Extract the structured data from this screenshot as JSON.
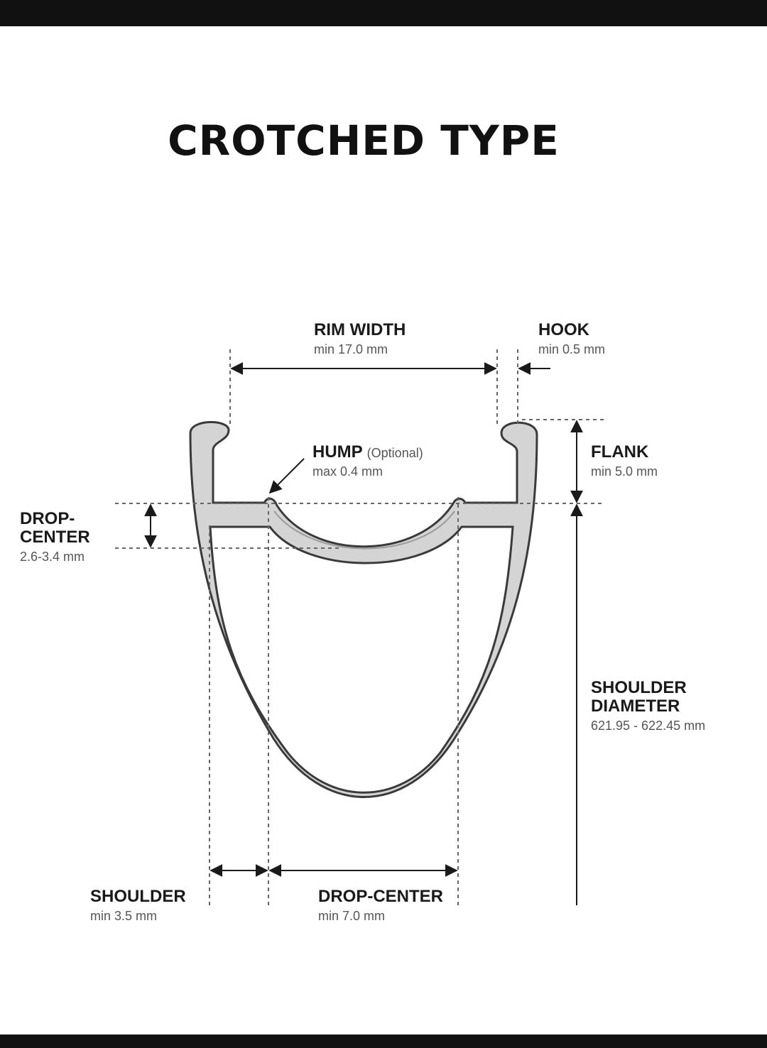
{
  "title": "CROTCHED TYPE",
  "labels": {
    "rim_width": {
      "name": "RIM WIDTH",
      "value": "min 17.0 mm"
    },
    "hook": {
      "name": "HOOK",
      "value": "min 0.5 mm"
    },
    "hump": {
      "name": "HUMP",
      "note": "(Optional)",
      "value": "max 0.4 mm"
    },
    "flank": {
      "name": "FLANK",
      "value": "min 5.0 mm"
    },
    "drop_center_depth": {
      "name_line1": "DROP-",
      "name_line2": "CENTER",
      "value": "2.6-3.4 mm"
    },
    "shoulder_diameter": {
      "name_line1": "SHOULDER",
      "name_line2": "DIAMETER",
      "value": "621.95 - 622.45 mm"
    },
    "shoulder": {
      "name": "SHOULDER",
      "value": "min 3.5 mm"
    },
    "drop_center_width": {
      "name": "DROP-CENTER",
      "value": "min 7.0 mm"
    }
  },
  "colors": {
    "rim_fill": "#d4d4d4",
    "rim_stroke": "#3a3a3a",
    "bar": "#111111"
  }
}
